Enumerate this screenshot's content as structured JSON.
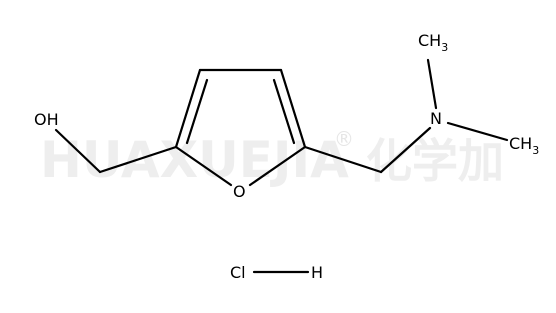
{
  "colors": {
    "bond": "#000000",
    "atom_text": "#000000",
    "watermark": "#eeeeee",
    "background": "#ffffff"
  },
  "watermark": {
    "latin": "HUAXUEJIA",
    "registered": "®",
    "chinese": "化学加"
  },
  "molecule": {
    "hydroxyl_label": "OH",
    "ring_oxygen_label": "O",
    "nitrogen_label": "N",
    "methyl_top": {
      "main": "CH",
      "sub": "3"
    },
    "methyl_right": {
      "main": "CH",
      "sub": "3"
    }
  },
  "counterion": {
    "chlorine_label": "Cl",
    "hydrogen_label": "H"
  }
}
